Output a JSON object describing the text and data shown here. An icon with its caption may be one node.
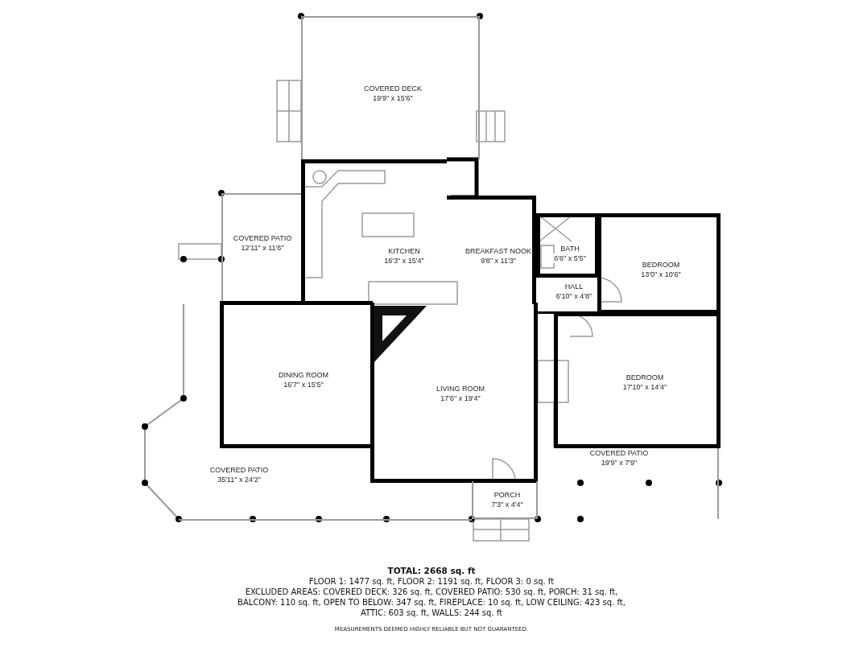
{
  "diagram": {
    "nodes": [
      {
        "text": [
          "COVERED DECK",
          "19'9\" x 15'6\""
        ]
      },
      {
        "text": [
          "COVERED PATIO",
          "12'11\" x 11'6\""
        ]
      },
      {
        "text": [
          "KITCHEN",
          "16'3\" x 15'4\""
        ]
      },
      {
        "text": [
          "BREAKFAST NOOK",
          "9'8\" x 11'3\""
        ]
      },
      {
        "text": [
          "BATH",
          "6'6\" x 5'5\""
        ]
      },
      {
        "text": [
          "BEDROOM",
          "13'0\" x 10'6\""
        ]
      },
      {
        "text": [
          "HALL",
          "6'10\" x 4'8\""
        ]
      },
      {
        "text": [
          "DINING ROOM",
          "16'7\" x 15'5\""
        ]
      },
      {
        "text": [
          "LIVING ROOM",
          "17'6\" x 19'4\""
        ]
      },
      {
        "text": [
          "BEDROOM",
          "17'10\" x 14'4\""
        ]
      },
      {
        "text": [
          "COVERED PATIO",
          "19'9\" x 7'9\""
        ]
      },
      {
        "text": [
          "COVERED PATIO",
          "35'11\" x 24'2\""
        ]
      },
      {
        "text": [
          "PORCH",
          "7'3\" x 4'4\""
        ]
      }
    ],
    "edges": [],
    "labels": [
      "TOTAL: 2668 sq. ft",
      "FLOOR 1: 1477 sq. ft, FLOOR 2: 1191 sq. ft, FLOOR 3: 0 sq. ft",
      "EXCLUDED AREAS: COVERED DECK: 326 sq. ft, COVERED PATIO: 530 sq. ft, PORCH: 31 sq. ft, BALCONY: 110 sq. ft, OPEN TO BELOW: 347 sq. ft, FIREPLACE: 10 sq. ft, LOW CEILING: 423 sq. ft, ATTIC: 603 sq. ft, WALLS: 244 sq. ft",
      "MEASUREMENTS DEEMED HIGHLY RELIABLE BUT NOT GUARANTEED."
    ]
  }
}
